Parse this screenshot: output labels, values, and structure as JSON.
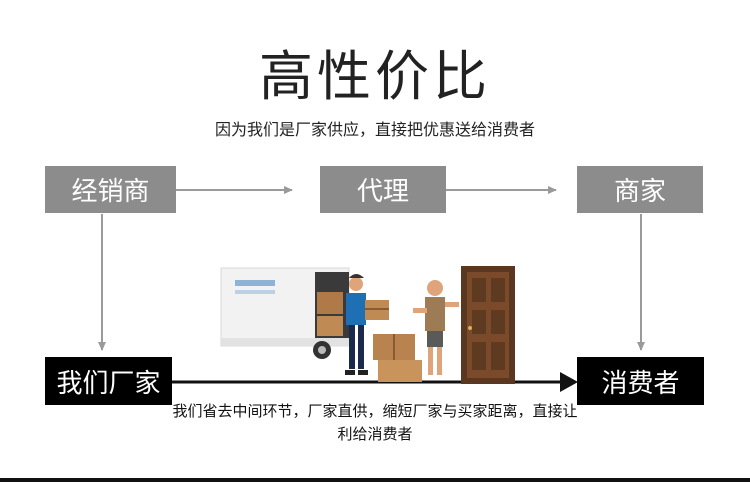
{
  "title": "高性价比",
  "subtitle": "因为我们是厂家供应，直接把优惠送给消费者",
  "top_row": {
    "box_left": "经销商",
    "box_middle": "代理",
    "box_right": "商家"
  },
  "bottom_row": {
    "box_left": "我们厂家",
    "box_right": "消费者",
    "description": "我们省去中间环节，厂家直供，缩短厂家与买家距离，直接让利给消费者"
  },
  "colors": {
    "gray_box": "#8c8c8c",
    "black_box": "#000000",
    "arrow_gray": "#9a9a9a"
  }
}
